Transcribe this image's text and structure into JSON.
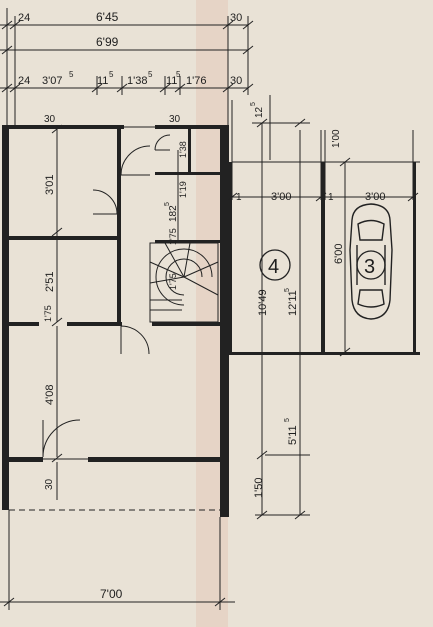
{
  "palette": {
    "paper": "#e9e2d6",
    "ink": "#1e1e1e",
    "crease": "#e2b9a8"
  },
  "top_dimensions": {
    "row1": [
      "24",
      "6'45",
      "30"
    ],
    "row2": [
      "6'99"
    ],
    "row3": [
      "24",
      "3'07",
      "5",
      "11",
      "5",
      "1'38",
      "5",
      "11",
      "5",
      "1'76",
      "30"
    ]
  },
  "rooms": {
    "room_upper_height": "3'01",
    "room_middle_height": "2'51",
    "room_lower_height": "4'08",
    "wall_30_top_left": "30",
    "wall_30_top_right": "30",
    "wall_30_bottom": "30",
    "small_1_38": "1'38",
    "small_1_19": "1'19",
    "stair_182": "182",
    "stair_182_sup": "5",
    "stair_175": "1'75",
    "stair_175_b": "1'75",
    "wall_175": "1'75"
  },
  "right_dimensions": {
    "dim_125": "12",
    "dim_125_sup": "5",
    "dim_100": "1'00",
    "dim_1_left": "1",
    "dim_300_left": "3'00",
    "dim_1_right": "1",
    "dim_300_right": "3'00",
    "dim_600": "6'00",
    "dim_1049": "10'49",
    "dim_1211": "12'11",
    "dim_1211_sup": "5",
    "dim_511": "5'11",
    "dim_511_sup": "5",
    "dim_150": "1'50"
  },
  "parking": {
    "space_4": "4",
    "space_3": "3"
  },
  "bottom_dimension": "7'00"
}
